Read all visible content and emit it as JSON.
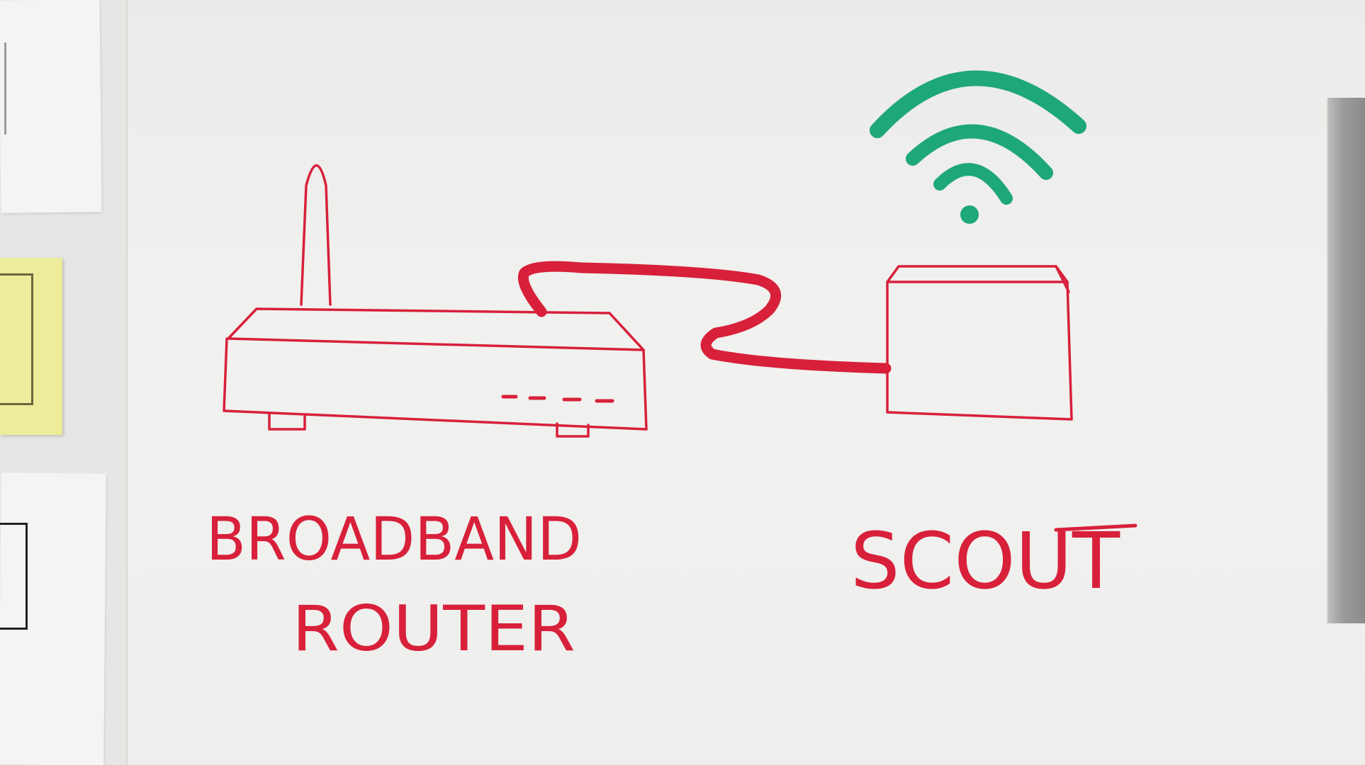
{
  "labels": {
    "router_line1": "BROADBAND",
    "router_line2": "ROUTER",
    "scout": "SCOUT"
  },
  "colors": {
    "marker_red": "#d8203a",
    "marker_green": "#1ea77a",
    "board_white": "#efefed",
    "sticky_yellow": "#ecec9a"
  },
  "icons": {
    "router": "router-drawing-icon",
    "scout": "scout-box-icon",
    "wifi": "wifi-signal-icon",
    "cable": "ethernet-cable-icon"
  }
}
